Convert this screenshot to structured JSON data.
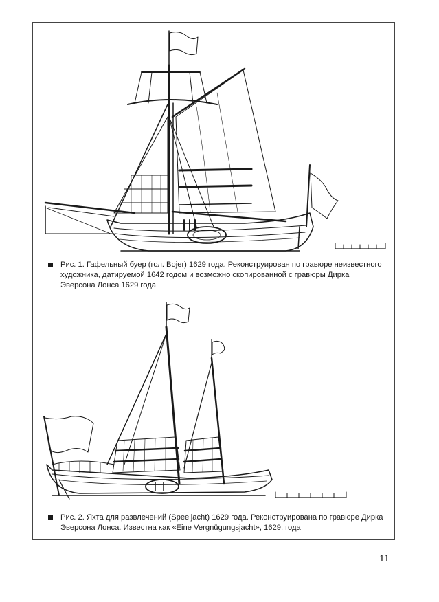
{
  "figure1": {
    "caption": "Рис. 1. Гафельный буер (гол. Bojer) 1629 года. Реконструирован по гравюре неизвестного художника, датируемой 1642 годом и возможно скопированной с гравюры Дирка Эверсона Лонса 1629 года"
  },
  "figure2": {
    "caption": "Рис. 2. Яхта для развлечений (Speeljacht) 1629 года. Реконструирована по гравюре Дирка Эверсона Лонса. Известна как «Eine Vergnügungsjacht», 1629. года"
  },
  "page_number": "11"
}
